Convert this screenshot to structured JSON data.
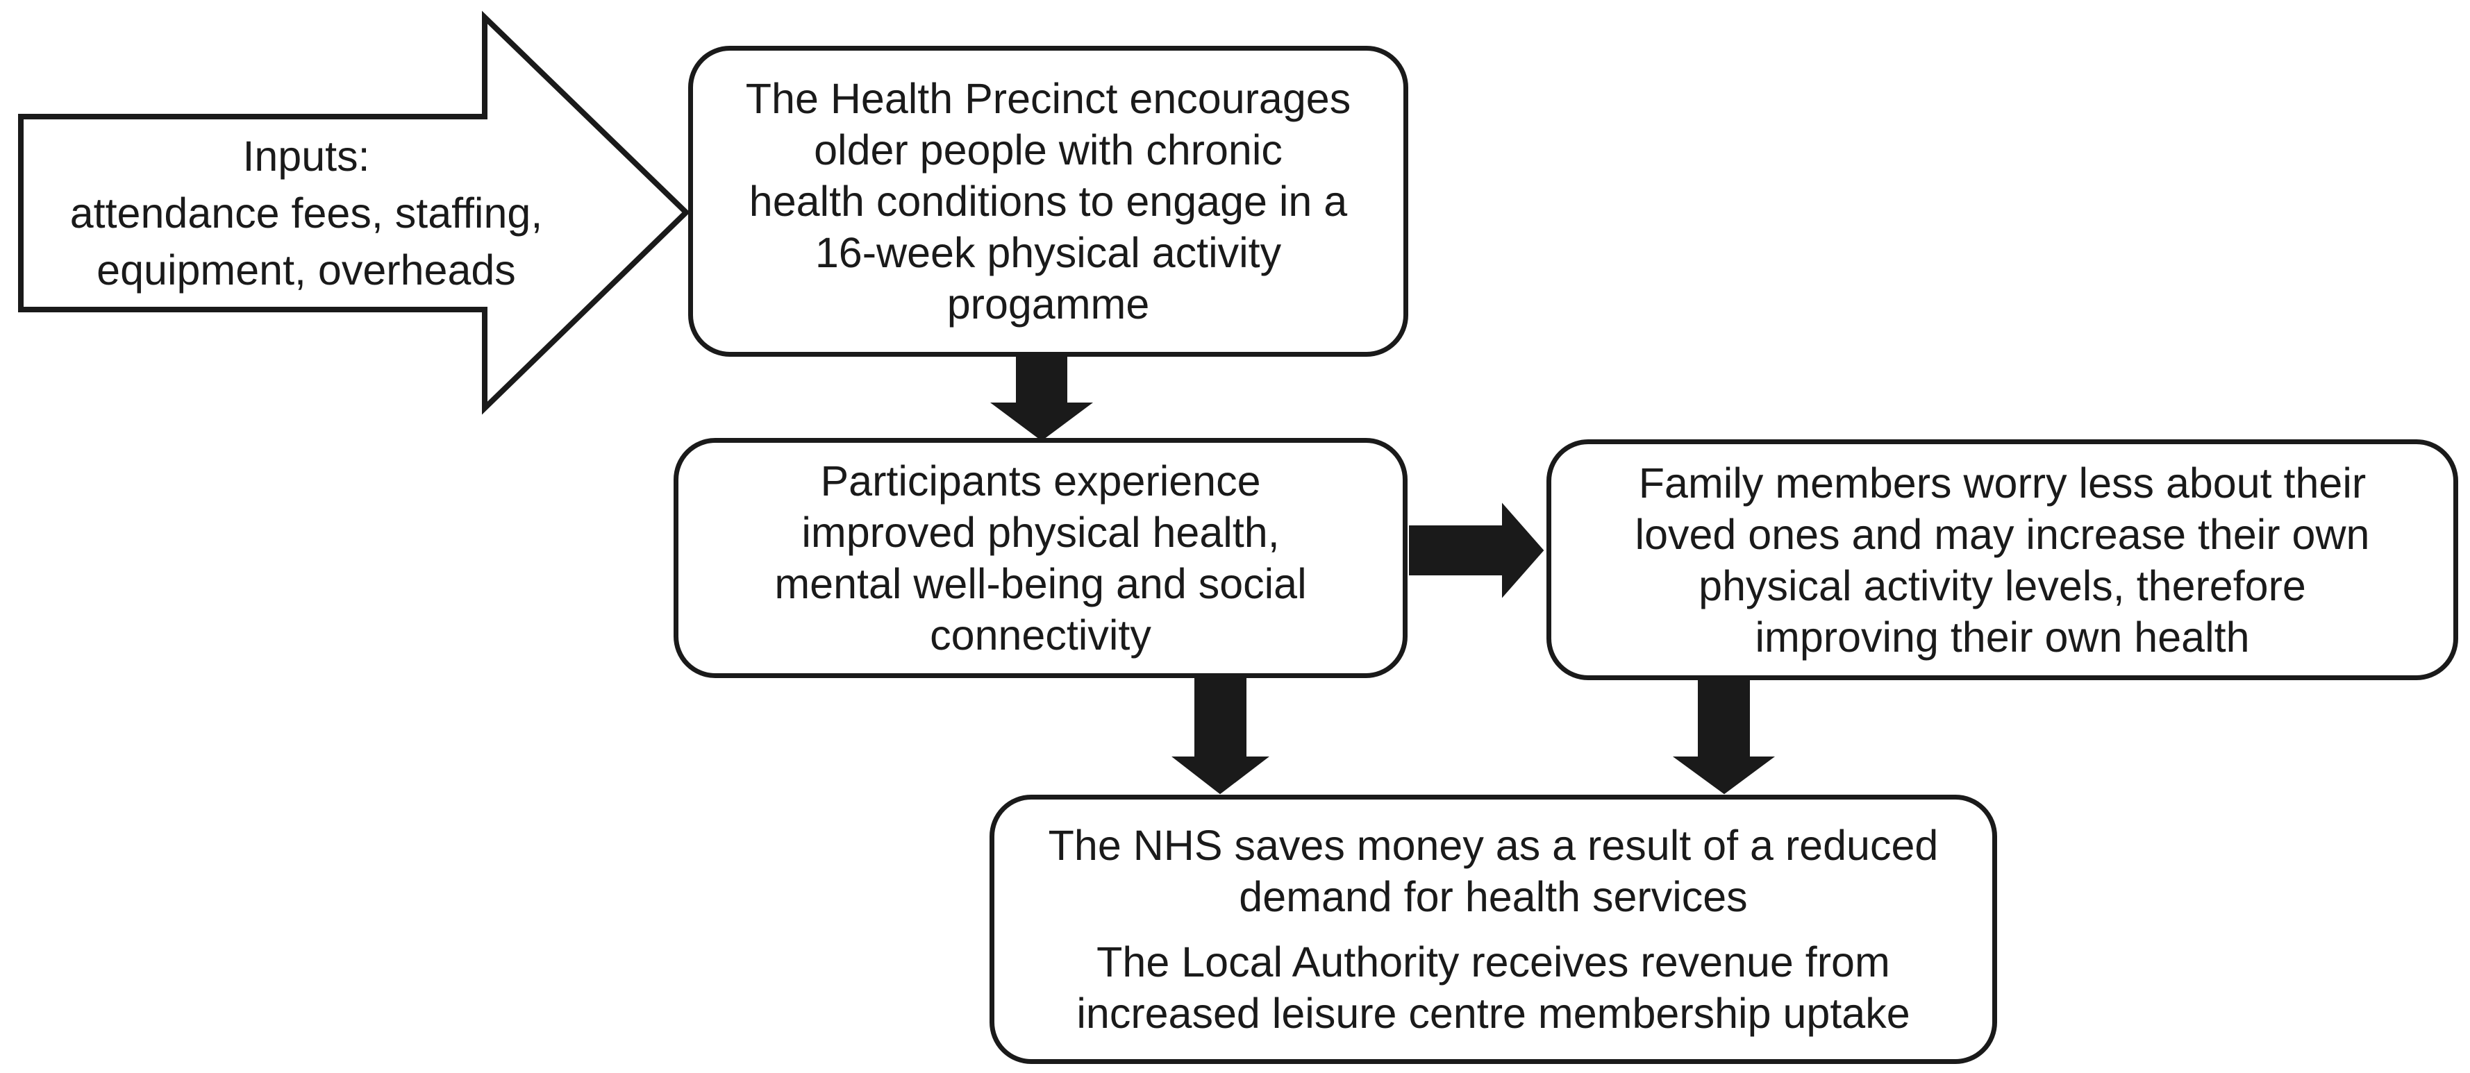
{
  "input_arrow": {
    "lines": [
      "Inputs:",
      "attendance fees, staffing,",
      "equipment, overheads"
    ]
  },
  "boxes": {
    "programme": {
      "lines": [
        "The Health Precinct encourages",
        "older people with chronic",
        "health conditions to engage in a",
        "16-week physical activity",
        "progamme"
      ]
    },
    "participants": {
      "lines": [
        "Participants experience",
        "improved physical health,",
        "mental well-being and social",
        "connectivity"
      ]
    },
    "family": {
      "lines": [
        "Family members worry less about their",
        "loved ones and may increase their own",
        "physical activity levels, therefore",
        "improving their own health"
      ]
    },
    "outcomes": {
      "paragraph1_lines": [
        "The NHS saves money as a result of a reduced",
        "demand for health services"
      ],
      "paragraph2_lines": [
        "The Local Authority receives revenue from",
        "increased leisure centre membership uptake"
      ]
    }
  },
  "colors": {
    "background": "#ffffff",
    "stroke": "#1a1a1a",
    "box_fill": "#ffffff",
    "arrow_fill": "#1a1a1a",
    "text": "#1a1a1a"
  }
}
